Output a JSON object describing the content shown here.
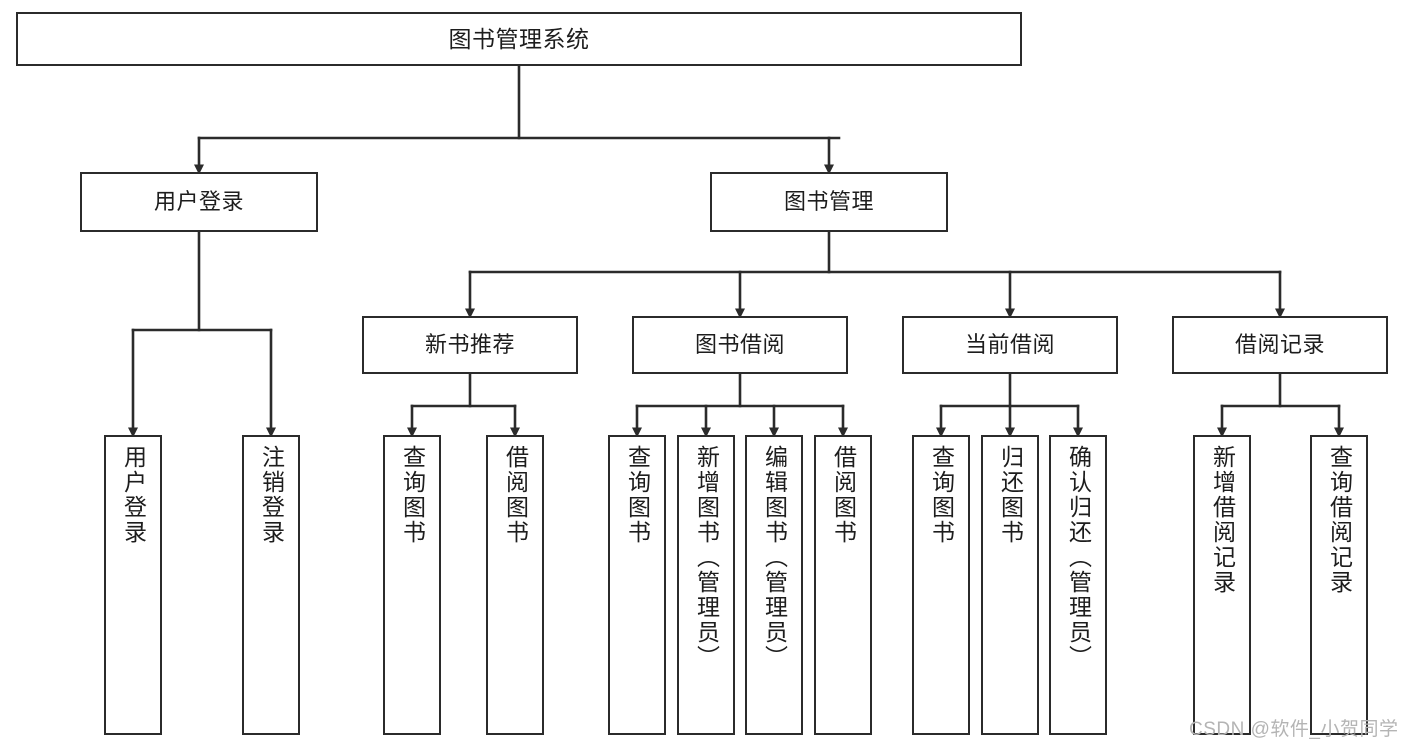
{
  "diagram": {
    "title": "图书管理系统",
    "watermark": "CSDN @软件_小贺同学",
    "colors": {
      "box_border": "#2b2b2b",
      "box_fill": "#ffffff",
      "edge": "#2b2b2b",
      "text": "#1d1d1d",
      "watermark": "#b4b4b4",
      "background": "#ffffff"
    },
    "nodes": {
      "root": {
        "label": "图书管理系统",
        "orientation": "horizontal"
      },
      "user_login": {
        "label": "用户登录",
        "orientation": "horizontal"
      },
      "book_mgmt": {
        "label": "图书管理",
        "orientation": "horizontal"
      },
      "new_book_rec": {
        "label": "新书推荐",
        "orientation": "horizontal"
      },
      "book_borrow": {
        "label": "图书借阅",
        "orientation": "horizontal"
      },
      "current_borrow": {
        "label": "当前借阅",
        "orientation": "horizontal"
      },
      "borrow_record": {
        "label": "借阅记录",
        "orientation": "horizontal"
      },
      "leaf_user_login": {
        "label": "用户登录",
        "orientation": "vertical"
      },
      "leaf_logout": {
        "label": "注销登录",
        "orientation": "vertical"
      },
      "leaf_query_book_1": {
        "label": "查询图书",
        "orientation": "vertical"
      },
      "leaf_borrow_book_1": {
        "label": "借阅图书",
        "orientation": "vertical"
      },
      "leaf_query_book_2": {
        "label": "查询图书",
        "orientation": "vertical"
      },
      "leaf_add_book": {
        "label": "新增图书（管理员）",
        "orientation": "vertical"
      },
      "leaf_edit_book": {
        "label": "编辑图书（管理员）",
        "orientation": "vertical"
      },
      "leaf_borrow_book_2": {
        "label": "借阅图书",
        "orientation": "vertical"
      },
      "leaf_query_book_3": {
        "label": "查询图书",
        "orientation": "vertical"
      },
      "leaf_return_book": {
        "label": "归还图书",
        "orientation": "vertical"
      },
      "leaf_confirm_return": {
        "label": "确认归还（管理员）",
        "orientation": "vertical"
      },
      "leaf_add_record": {
        "label": "新增借阅记录",
        "orientation": "vertical"
      },
      "leaf_query_record": {
        "label": "查询借阅记录",
        "orientation": "vertical"
      }
    },
    "edges": [
      {
        "from": "root",
        "to": "user_login"
      },
      {
        "from": "root",
        "to": "book_mgmt"
      },
      {
        "from": "user_login",
        "to": "leaf_user_login"
      },
      {
        "from": "user_login",
        "to": "leaf_logout"
      },
      {
        "from": "book_mgmt",
        "to": "new_book_rec"
      },
      {
        "from": "book_mgmt",
        "to": "book_borrow"
      },
      {
        "from": "book_mgmt",
        "to": "current_borrow"
      },
      {
        "from": "book_mgmt",
        "to": "borrow_record"
      },
      {
        "from": "new_book_rec",
        "to": "leaf_query_book_1"
      },
      {
        "from": "new_book_rec",
        "to": "leaf_borrow_book_1"
      },
      {
        "from": "book_borrow",
        "to": "leaf_query_book_2"
      },
      {
        "from": "book_borrow",
        "to": "leaf_add_book"
      },
      {
        "from": "book_borrow",
        "to": "leaf_edit_book"
      },
      {
        "from": "book_borrow",
        "to": "leaf_borrow_book_2"
      },
      {
        "from": "current_borrow",
        "to": "leaf_query_book_3"
      },
      {
        "from": "current_borrow",
        "to": "leaf_return_book"
      },
      {
        "from": "current_borrow",
        "to": "leaf_confirm_return"
      },
      {
        "from": "borrow_record",
        "to": "leaf_add_record"
      },
      {
        "from": "borrow_record",
        "to": "leaf_query_record"
      }
    ]
  }
}
